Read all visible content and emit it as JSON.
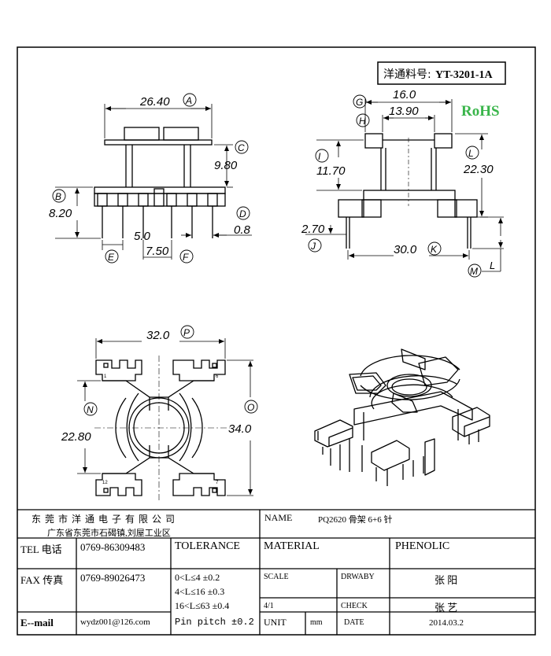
{
  "part_no_label": "洋通料号:",
  "part_no": "YT-3201-1A",
  "rohs": "RoHS",
  "front": {
    "width": "26.40",
    "width_tag": "A",
    "height": "9.80",
    "height_tag": "C",
    "base": "8.20",
    "base_tag": "B",
    "pin": "0.8",
    "pin_tag": "D",
    "pitch1": "5.0",
    "pitch1_tag": "E",
    "pitch2": "7.50",
    "pitch2_tag": "F"
  },
  "side": {
    "top1": "16.0",
    "top1_tag": "G",
    "top2": "13.90",
    "top2_tag": "H",
    "inner": "11.70",
    "inner_tag": "I",
    "total": "22.30",
    "total_tag": "L",
    "pin_len": "2.70",
    "pin_len_tag": "J",
    "span": "30.0",
    "span_tag": "K",
    "m_tag": "M",
    "l_label": "L"
  },
  "bottom": {
    "width": "32.0",
    "width_tag": "P",
    "inner_h": "22.80",
    "inner_tag": "N",
    "outer_h": "34.0",
    "outer_tag": "O",
    "pin_1": "1",
    "pin_6": "6",
    "pin_7": "7",
    "pin_12": "12"
  },
  "title_block": {
    "company": "东 莞 市 洋 通 电 子 有 限 公 司",
    "address": "广东省东莞市石碣镇,刘屋工业区",
    "name_label": "NAME",
    "name_value": "PQ2620 骨架 6+6 针",
    "tel_label": "TEL 电话",
    "tel_value": "0769-86309483",
    "tolerance_label": "TOLERANCE",
    "material_label": "MATERIAL",
    "material_value": "PHENOLIC",
    "fax_label": "FAX 传真",
    "fax_value": "0769-89026473",
    "tol1": "0<L≤4   ±0.2",
    "tol2": "4<L≤16  ±0.3",
    "tol3": "16<L≤63  ±0.4",
    "tol4": "Pin pitch ±0.2",
    "scale_label": "SCALE",
    "scale_value": "4/1",
    "drawby_label": "DRWABY",
    "drawby_value": "张 阳",
    "check_label": "CHECK",
    "check_value": "张 艺",
    "email_label": "E--mail",
    "email_value": "wydz001@126.com",
    "unit_label": "UNIT",
    "unit_value": "mm",
    "date_label": "DATE",
    "date_value": "2014.03.2"
  }
}
